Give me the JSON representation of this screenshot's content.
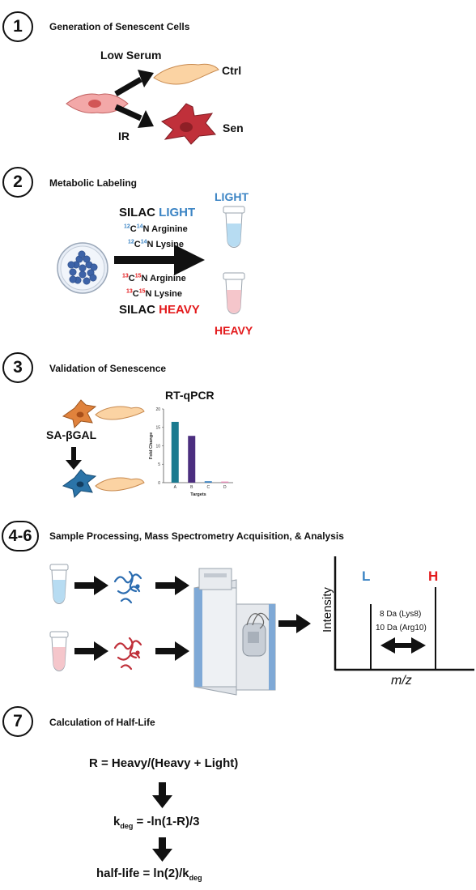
{
  "steps": [
    {
      "number": "1",
      "title": "Generation of Senescent Cells"
    },
    {
      "number": "2",
      "title": "Metabolic Labeling"
    },
    {
      "number": "3",
      "title": "Validation of Senescence"
    },
    {
      "number": "4-6",
      "title": "Sample Processing, Mass Spectrometry Acquisition, & Analysis"
    },
    {
      "number": "7",
      "title": "Calculation of Half-Life"
    }
  ],
  "step1": {
    "low_serum": "Low Serum",
    "ctrl": "Ctrl",
    "ir": "IR",
    "sen": "Sen"
  },
  "step2": {
    "silac_light_prefix": "SILAC ",
    "light_word": "LIGHT",
    "light_iso_c": "12",
    "light_iso_n": "14",
    "arginine_label": "N Arginine",
    "lysine_label": "N Lysine",
    "heavy_iso_c": "13",
    "heavy_iso_n": "15",
    "silac_heavy_prefix": "SILAC ",
    "heavy_word": "HEAVY",
    "tube_light_label": "LIGHT",
    "tube_heavy_label": "HEAVY",
    "C": "C"
  },
  "step3": {
    "sa_gal": "SA-βGAL",
    "chart_title": "RT-qPCR"
  },
  "chart_data": {
    "type": "bar",
    "title": "RT-qPCR",
    "categories": [
      "A",
      "B",
      "C",
      "D"
    ],
    "values": [
      16.5,
      12.7,
      0.4,
      0.3
    ],
    "colors": [
      "#1a7a8f",
      "#4b2e7f",
      "#3b84c4",
      "#e889b6"
    ],
    "xlabel": "Targets",
    "ylabel": "Fold Change",
    "ylim": [
      0,
      20
    ],
    "yticks": [
      "0",
      "5",
      "10",
      "15",
      "20"
    ]
  },
  "step46": {
    "L": "L",
    "H": "H",
    "shift1": "8 Da (Lys8)",
    "shift2": "10 Da (Arg10)",
    "ylabel": "Intensity",
    "xlabel": "m/z"
  },
  "step7": {
    "eq1": "R = Heavy/(Heavy + Light)",
    "eq2_k": "k",
    "eq2_sub": "deg",
    "eq2_rest": " = -ln(1-R)/3",
    "eq3_prefix": "half-life = ln(2)/k",
    "eq3_sub": "deg"
  }
}
